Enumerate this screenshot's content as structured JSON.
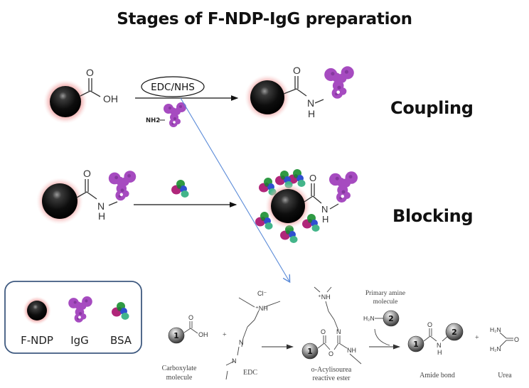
{
  "title": "Stages of F-NDP-IgG preparation",
  "stages": [
    {
      "label": "Coupling",
      "reagent": "EDC/NHS",
      "reactant_group": "NH2"
    },
    {
      "label": "Blocking"
    }
  ],
  "chem_labels": {
    "oxygen": "O",
    "hydroxyl": "OH",
    "nitrogen": "N",
    "hydrogen": "H"
  },
  "legend": {
    "items": [
      {
        "label": "F-NDP",
        "icon": "nanodiamond-bead-icon"
      },
      {
        "label": "IgG",
        "icon": "igg-antibody-icon"
      },
      {
        "label": "BSA",
        "icon": "bsa-protein-icon"
      }
    ]
  },
  "mechanism": {
    "carboxylate_label_1": "Carboxylate",
    "carboxylate_label_2": "molecule",
    "edc_label": "EDC",
    "intermediate_label_1": "o-Acylisourea",
    "intermediate_label_2": "reactive ester",
    "amine_label_1": "Primary amine",
    "amine_label_2": "molecule",
    "amine_group": "H₂N",
    "product_label": "Amide bond",
    "byproduct_label": "Urea",
    "chloride": "Cl⁻",
    "ammonium": "⁺NH",
    "nh": "NH",
    "plus": "+",
    "bead1": "1",
    "bead2": "2",
    "urea_nh2": "H₂N"
  },
  "colors": {
    "bead": "#111111",
    "glow": "#e88a8a",
    "igg": "#a64bc0",
    "bsa_magenta": "#b0267a",
    "bsa_green": "#2f9a44",
    "bsa_blue": "#2f4fd0",
    "bsa_teal": "#43b58a",
    "callout_line": "#5b8bd8",
    "legend_border": "#3f5a80"
  }
}
